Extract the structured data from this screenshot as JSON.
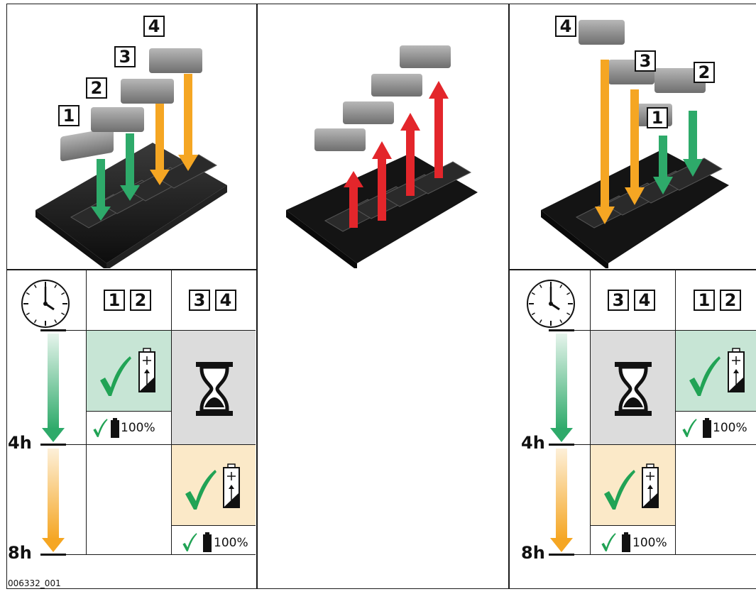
{
  "panel_left": {
    "battery_labels": [
      "1",
      "2",
      "3",
      "4"
    ],
    "header_slots": [
      [
        "1",
        "2"
      ],
      [
        "3",
        "4"
      ]
    ],
    "full_charge": "100%"
  },
  "panel_right": {
    "battery_labels": [
      "4",
      "3",
      "2",
      "1"
    ],
    "header_slots": [
      [
        "3",
        "4"
      ],
      [
        "1",
        "2"
      ]
    ],
    "full_charge": "100%"
  },
  "timeline": {
    "mark_4h": "4h",
    "mark_8h": "8h"
  },
  "colors": {
    "green_arrow": "#2eaa6a",
    "orange_arrow": "#f5a623",
    "red_arrow": "#e3262b",
    "green_cell": "#c7e5d5",
    "grey_cell": "#dcdcdc",
    "beige_cell": "#fbe9c8"
  },
  "footer_id": "006332_001"
}
